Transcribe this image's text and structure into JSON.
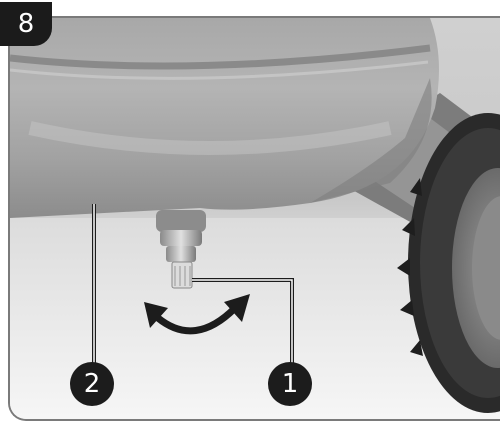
{
  "figure": {
    "step_number": "8",
    "callouts": [
      {
        "label": "1"
      },
      {
        "label": "2"
      }
    ]
  }
}
